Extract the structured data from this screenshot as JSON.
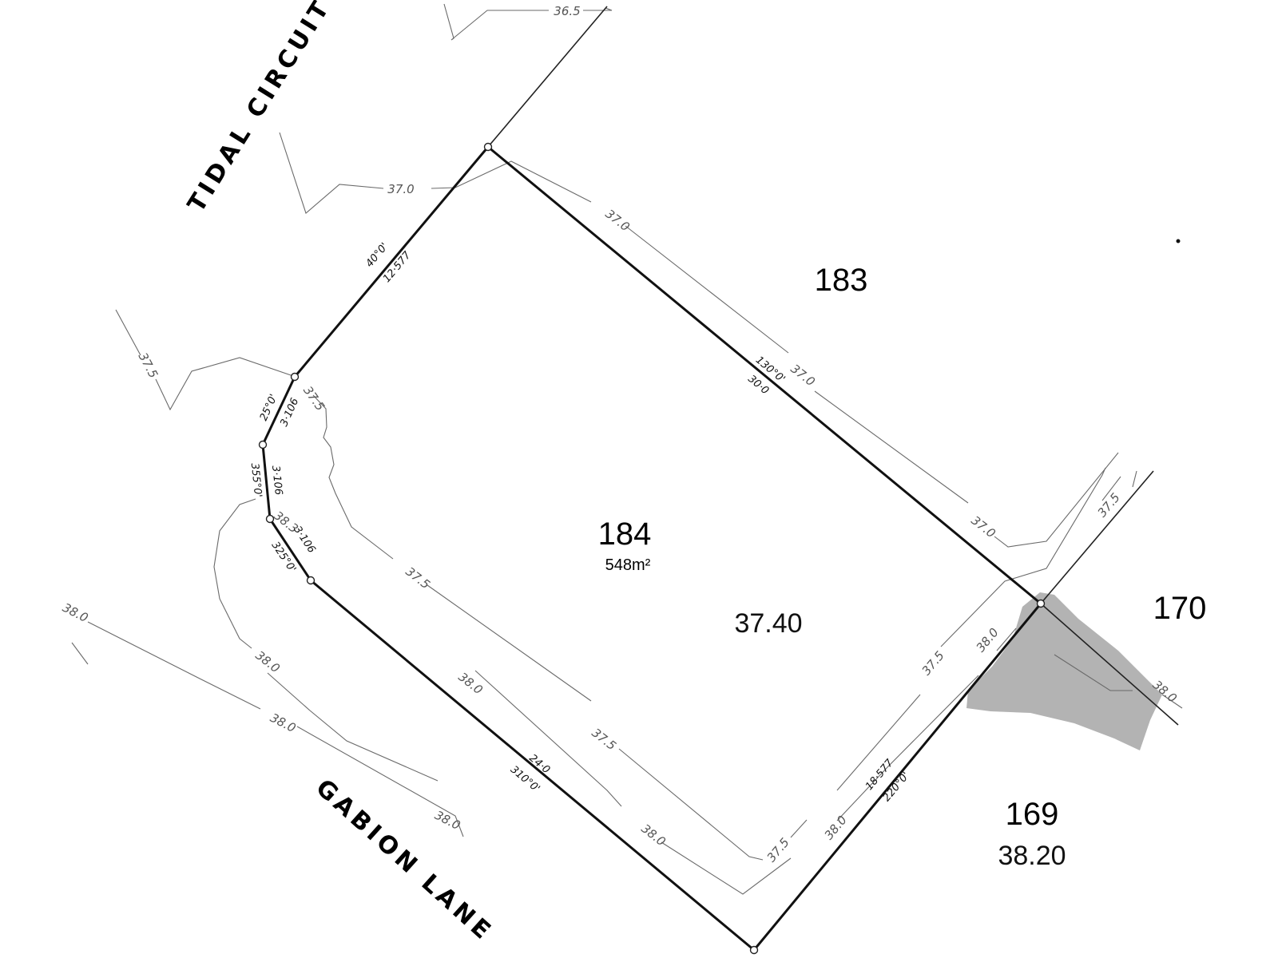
{
  "streets": {
    "tidal": "TIDAL   CIRCUIT",
    "gabion": "GABION   LANE"
  },
  "lots": {
    "main": {
      "number": "184",
      "area": "548m²",
      "level": "37.40"
    },
    "north": {
      "number": "183"
    },
    "east": {
      "number": "170"
    },
    "south": {
      "number": "169",
      "level": "38.20"
    }
  },
  "boundary": {
    "nw_bearing": "40°0'",
    "nw_length": "12·577",
    "ne_bearing": "130°0'",
    "ne_length": "30·0",
    "seg1_bearing": "25°0'",
    "seg1_length": "3·106",
    "seg2_bearing": "355°0'",
    "seg2_length": "3·106",
    "seg3_bearing": "325°0'",
    "seg3_length": "3·106",
    "sw_bearing": "310°0'",
    "sw_length": "24·0",
    "se_bearing": "220°0'",
    "se_length": "18·577"
  },
  "contours": {
    "c365": "36.5",
    "c370": "37.0",
    "c375": "37.5",
    "c380": "38.0",
    "c380_partial": "38.0",
    "c383": "38.3"
  },
  "colors": {
    "shaded_area": "#b3b3b3",
    "boundary": "#111111",
    "contour": "#6a6a6a"
  }
}
